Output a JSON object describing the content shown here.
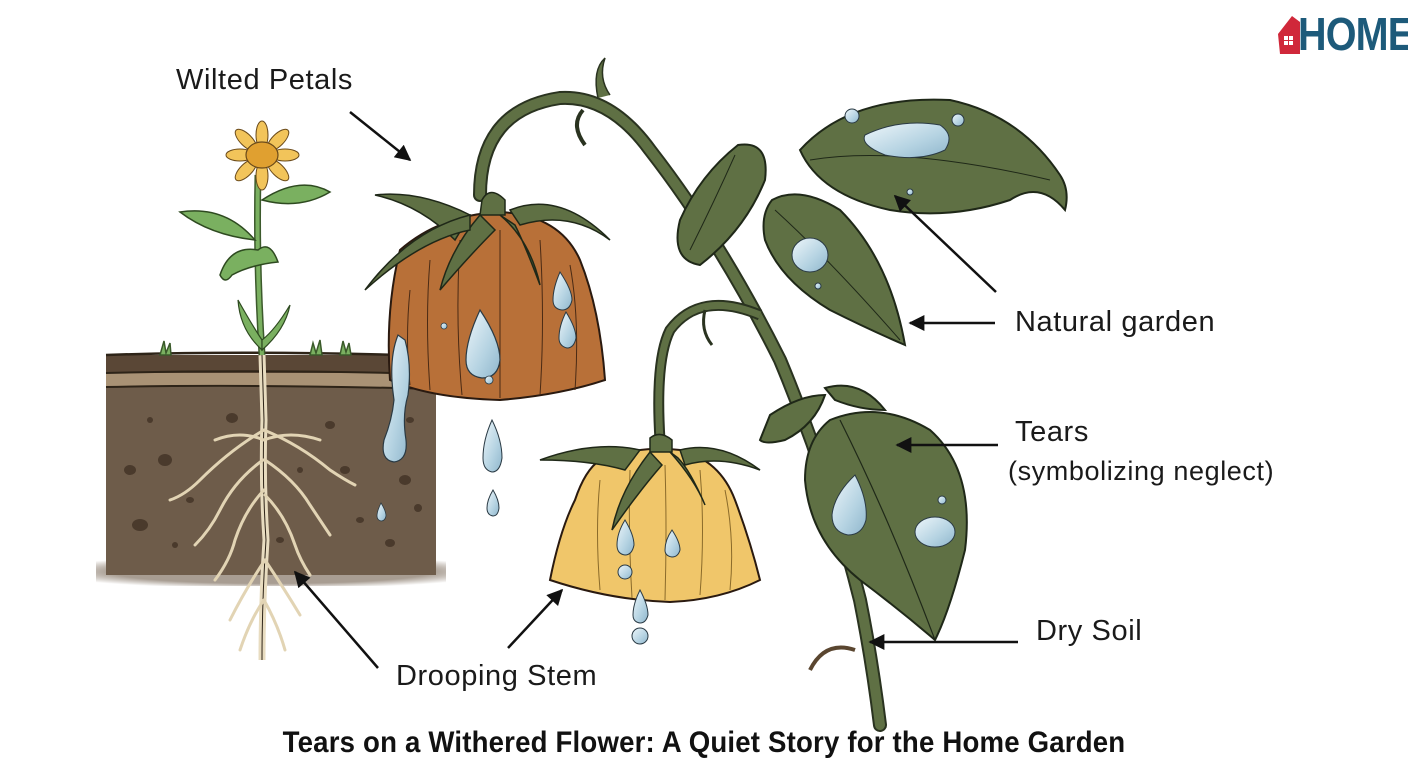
{
  "logo": {
    "text": "HOME",
    "brand_color": "#1d5a7a",
    "accent_color": "#d0283a"
  },
  "labels": {
    "wilted_petals": "Wilted Petals",
    "natural_garden": "Natural garden",
    "tears": "Tears",
    "tears_sub": "(symbolizing neglect)",
    "dry_soil": "Dry Soil",
    "drooping_stem": "Drooping Stem"
  },
  "caption": "Tears on a Withered Flower: A Quiet Story for the Home Garden",
  "colors": {
    "leaf_green": "#5f7044",
    "stem_green": "#55683c",
    "brown_flower": "#b87038",
    "yellow_flower": "#f0c66a",
    "soil": "#6b5a48",
    "root": "#e8dcc0",
    "water": "#bcd8e6",
    "sunflower_petal": "#f2c45a",
    "healthy_leaf": "#7ab060"
  }
}
